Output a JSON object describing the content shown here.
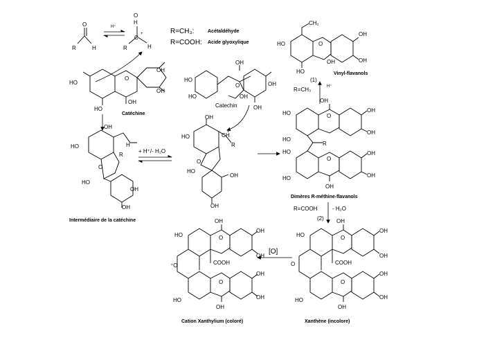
{
  "reagents": {
    "acetaldehyde_formula": "R=CH₃:",
    "acetaldehyde_name": "Acétaldéhyde",
    "glyoxylic_formula": "R=COOH:",
    "glyoxylic_name": "Acide glyoxylique",
    "proton": "H⁺"
  },
  "labels": {
    "catechine": "Catéchine",
    "catechin": "Catechin",
    "vinyl": "Vinyl-flavanols",
    "intermediaire": "Intermédiaire de la catéchine",
    "dimeres": "Dimères R-méthine-flavanols",
    "xanthylium": "Cation Xanthylium (coloré)",
    "xanthene": "Xanthène (incolore)"
  },
  "conditions": {
    "dehydration": "+ H⁺/- H₂O",
    "step1_number": "(1)",
    "step1_condition": "R=CH₃",
    "step2_condition": "R=COOH",
    "step2_loss": "- H₂O",
    "step2_number": "(2)",
    "oxidation": "[O]"
  },
  "atoms": {
    "O": "O",
    "OH": "OH",
    "HO": "HO",
    "H": "H",
    "R": "R",
    "C": "C",
    "CH2": "CH₂",
    "COOH": "COOH",
    "plus": "+",
    "plusO": "⁺O"
  }
}
